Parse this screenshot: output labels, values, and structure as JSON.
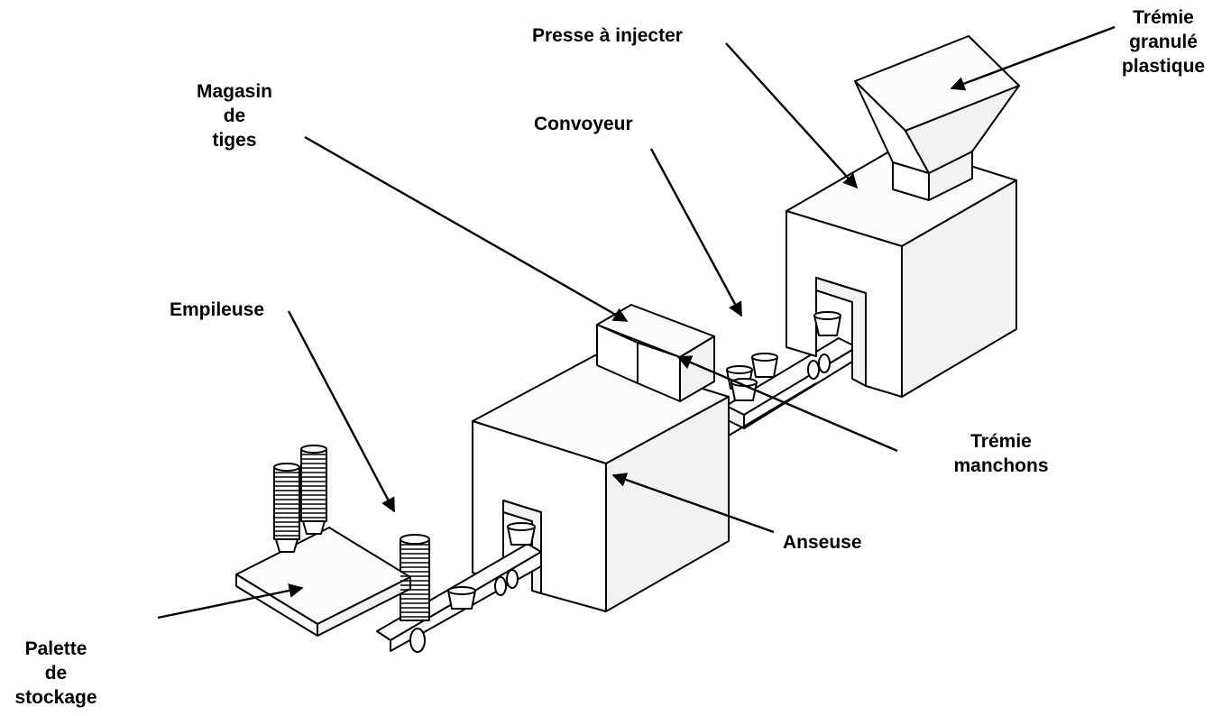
{
  "labels": {
    "presse": "Presse à injecter",
    "tremie_granule": [
      "Trémie",
      "granulé",
      "plastique"
    ],
    "magasin": [
      "Magasin",
      "de",
      "tiges"
    ],
    "convoyeur": "Convoyeur",
    "empileuse": "Empileuse",
    "tremie_manchons": [
      "Trémie",
      "manchons"
    ],
    "anseuse": "Anseuse",
    "palette": [
      "Palette",
      "de",
      "stockage"
    ]
  }
}
